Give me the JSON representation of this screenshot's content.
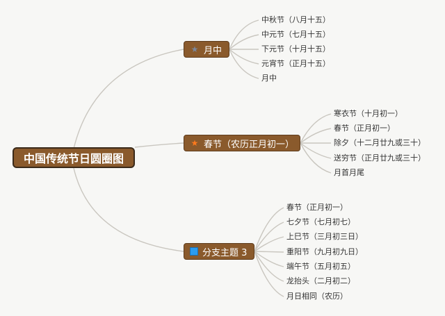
{
  "root": {
    "label": "中国传统节日圆圈图"
  },
  "branches": [
    {
      "label": "月中",
      "icon": "star-icon",
      "icon_color": "#7b879a",
      "items": [
        "中秋节（八月十五）",
        "中元节（七月十五）",
        "下元节（十月十五）",
        "元宵节（正月十五）",
        "月中"
      ]
    },
    {
      "label": "春节（农历正月初一）",
      "icon": "star-icon",
      "icon_color": "#ff7a1c",
      "items": [
        "寒衣节（十月初一）",
        "春节（正月初一）",
        "除夕（十二月廿九或三十）",
        "送穷节（正月廿九或三十）",
        "月首月尾"
      ]
    },
    {
      "label": "分支主题 3",
      "icon": "square-icon",
      "icon_color": "#2a9cf0",
      "items": [
        "春节（正月初一）",
        "七夕节（七月初七）",
        "上巳节（三月初三日）",
        "重阳节（九月初九日）",
        "端午节（五月初五）",
        "龙抬头（二月初二）",
        "月日相同（农历）"
      ]
    }
  ],
  "colors": {
    "node_fill": "#8a5a2c",
    "link": "#c9c6bf",
    "background": "#f7f7f5"
  }
}
